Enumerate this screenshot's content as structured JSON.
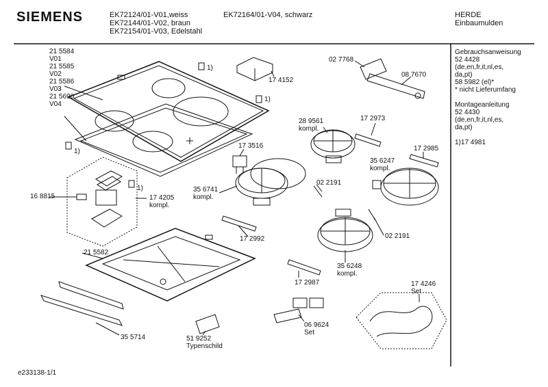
{
  "header": {
    "brand": "SIEMENS",
    "models_col1": [
      "EK72124/01-V01,weiss",
      "EK72144/01-V02, braun",
      "EK72154/01-V03, Edelstahl"
    ],
    "models_col2": [
      "EK72164/01-V04, schwarz"
    ],
    "category": [
      "HERDE",
      "Einbaumulden"
    ]
  },
  "side_notes": {
    "block1": [
      "Gebrauchsanweisung",
      "52 4428",
      "(de,en,fr,it,nl,es,",
      "da,pt)",
      "58 5982 (el)*",
      "* nicht Lieferumfang"
    ],
    "block2": [
      "Montageanleitung",
      "52 4430",
      "(de,en,fr,it,nl,es,",
      "da,pt)"
    ],
    "block3": [
      "1)17 4981"
    ]
  },
  "parts": {
    "glass_top": [
      "21 5584",
      "V01",
      "21 5585",
      "V02",
      "21 5586",
      "V03",
      "21 5690",
      "V04"
    ],
    "p174152": "17 4152",
    "p027768": "02 7768",
    "p087670": "08 7670",
    "p289561": [
      "28 9561",
      "kompl."
    ],
    "p172973": "17 2973",
    "p173516": "17 3516",
    "p172985": "17 2985",
    "p356247": [
      "35 6247",
      "kompl."
    ],
    "p356741": [
      "35 6741",
      "kompl."
    ],
    "p022191a": "02 2191",
    "p022191b": "02 2191",
    "p168815": "16 8815",
    "p174205": [
      "17 4205",
      "kompl."
    ],
    "p172992": "17 2992",
    "p215582": "21 5582",
    "p356248": [
      "35 6248",
      "kompl."
    ],
    "p172987": "17 2987",
    "p174246": [
      "17 4246",
      "Set"
    ],
    "p069624": [
      "06 9624",
      "Set"
    ],
    "p355714": "35 5714",
    "p519252": [
      "51 9252",
      "Typenschild"
    ],
    "note1": "1)"
  },
  "footer": {
    "doc_id": "e233138-1/1"
  }
}
